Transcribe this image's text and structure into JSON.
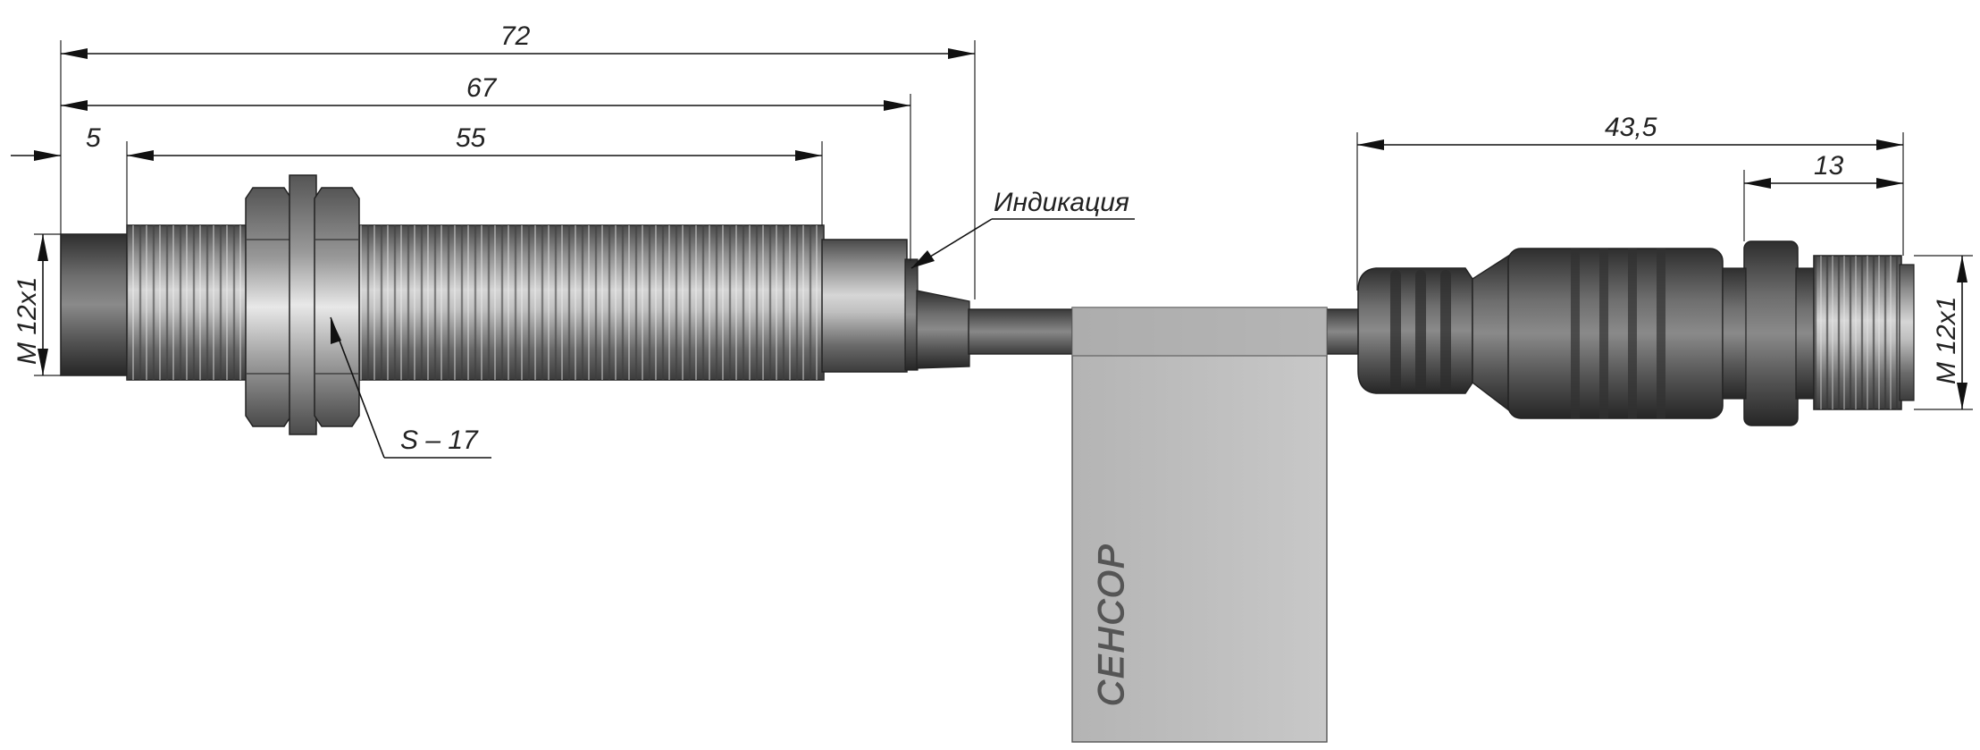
{
  "dimensions": {
    "overall_length": "72",
    "sensor_length": "67",
    "front_offset": "5",
    "thread_length": "55",
    "thread_left": "M 12x1",
    "wrench_size": "S – 17",
    "indication": "Индикация",
    "connector_length": "43,5",
    "connector_thread_length": "13",
    "thread_right": "M 12x1"
  },
  "tag": {
    "label": "СЕНСОР"
  }
}
